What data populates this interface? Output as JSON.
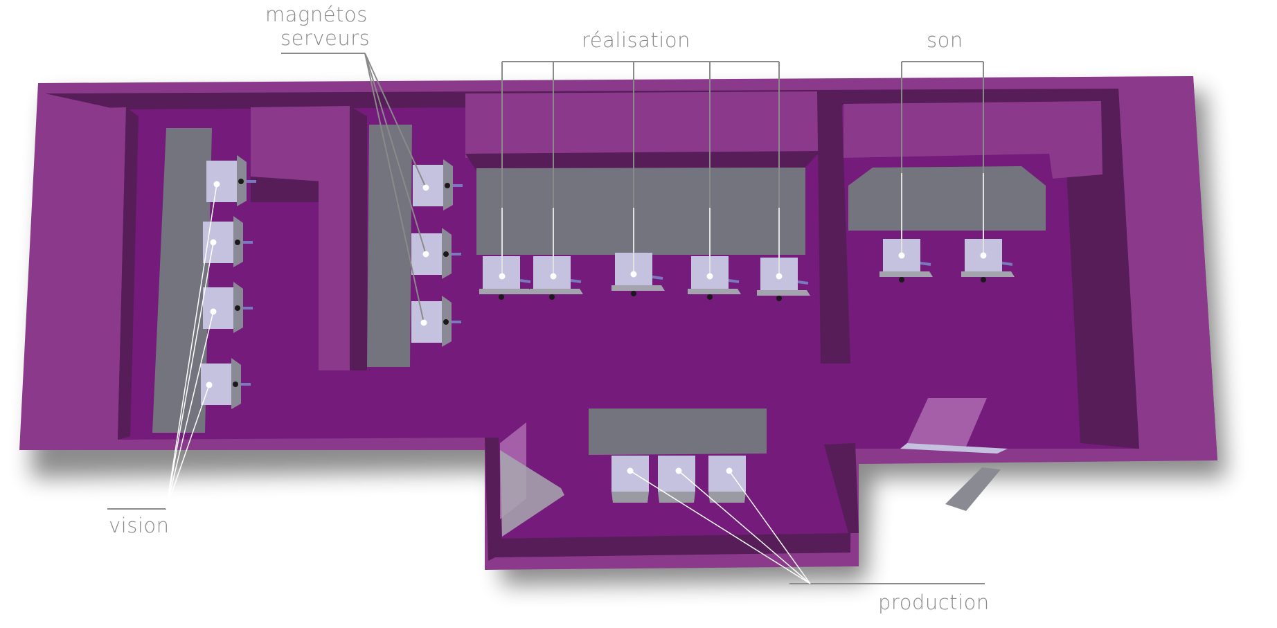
{
  "labels": {
    "magnetos_line1": "magnétos",
    "magnetos_line2": "serveurs",
    "realisation": "réalisation",
    "son": "son",
    "vision": "vision",
    "production": "production"
  },
  "colors": {
    "outer_wall": "#8b3a8b",
    "inner_floor": "#741b7c",
    "dark_wall": "#561d58",
    "desk_gray": "#74747f",
    "chair": "#c4c2de",
    "leader_line": "#8a8a8a",
    "label_text": "#8a8a8a"
  }
}
